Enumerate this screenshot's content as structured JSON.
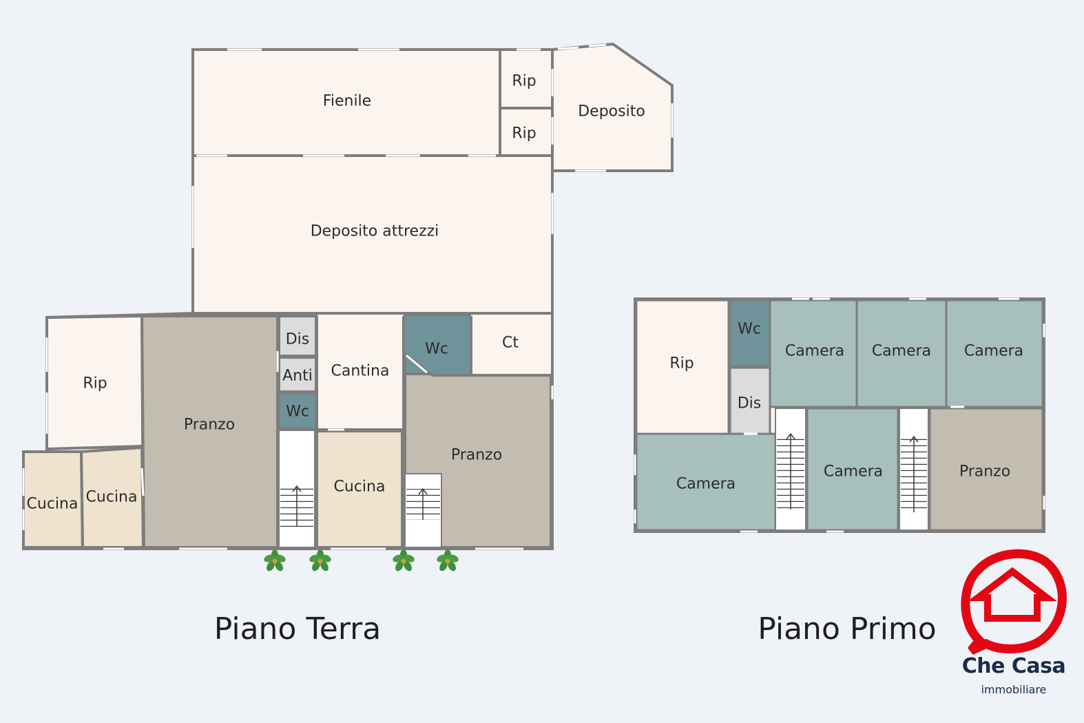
{
  "floors": {
    "ground": {
      "title": "Piano Terra",
      "rooms": {
        "fienile": "Fienile",
        "rip_top": "Rip",
        "rip_mid": "Rip",
        "deposito": "Deposito",
        "deposito_attrezzi": "Deposito attrezzi",
        "rip_left": "Rip",
        "pranzo_left": "Pranzo",
        "dis": "Dis",
        "anti": "Anti",
        "wc_small": "Wc",
        "cantina": "Cantina",
        "wc": "Wc",
        "ct": "Ct",
        "pranzo_right": "Pranzo",
        "cucina_a": "Cucina",
        "cucina_b": "Cucina",
        "cucina_c": "Cucina"
      }
    },
    "first": {
      "title": "Piano Primo",
      "rooms": {
        "rip": "Rip",
        "wc": "Wc",
        "dis": "Dis",
        "camera_1": "Camera",
        "camera_2": "Camera",
        "camera_3": "Camera",
        "camera_4": "Camera",
        "camera_5": "Camera",
        "pranzo": "Pranzo"
      }
    }
  },
  "colors": {
    "background": "#eff2f7",
    "cream": "#fcf5ef",
    "beige": "#efe3cf",
    "taupe": "#c3bdb1",
    "teal_light": "#a7c0bd",
    "teal_dark": "#6f939a",
    "gray": "#dcdcdc",
    "wall": "#7d7d7d",
    "brand_red": "#e30613",
    "brand_navy": "#1a2b4c"
  },
  "brand": {
    "name": "Che Casa",
    "subtitle": "immobiliare",
    "logo_icon": "house-in-speech-bubble-icon"
  }
}
